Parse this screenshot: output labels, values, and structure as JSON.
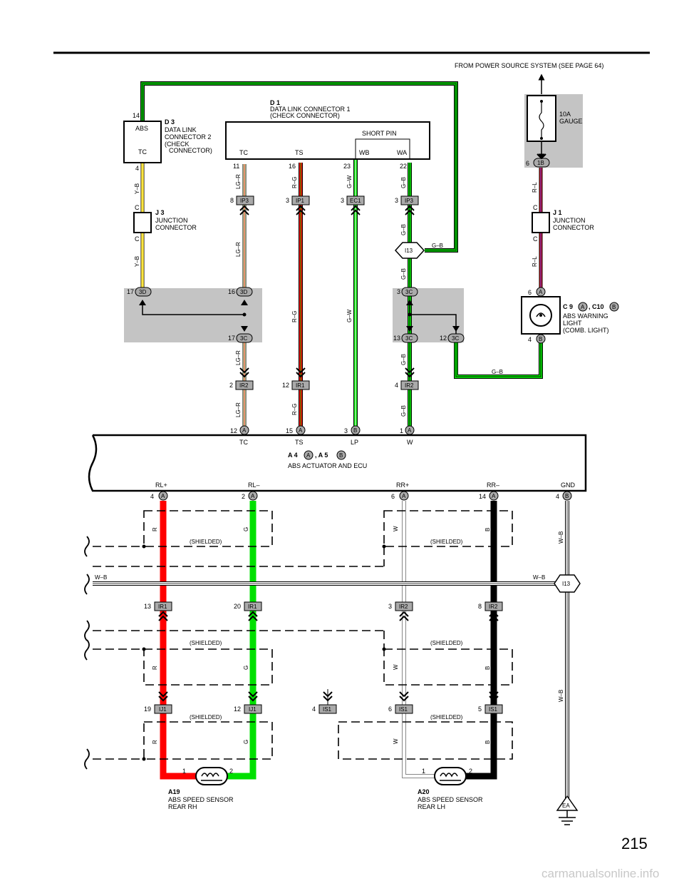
{
  "page": {
    "source_note": "FROM POWER SOURCE SYSTEM (SEE PAGE 64)",
    "page_number": "215",
    "watermark": "carmanualsonline.info"
  },
  "components": {
    "fuse": {
      "name": "10A",
      "sub": "GAUGE",
      "pin": "6",
      "conn": "1B"
    },
    "d3": {
      "id": "D 3",
      "name": "DATA LINK",
      "name2": "CONNECTOR 2",
      "name3": "(CHECK",
      "name4": "CONNECTOR)",
      "abs": "ABS",
      "tc": "TC",
      "pin_top": "14",
      "pin_bottom": "4"
    },
    "d1": {
      "id": "D 1",
      "name": "DATA LINK CONNECTOR 1",
      "name2": "(CHECK CONNECTOR)",
      "short_pin": "SHORT PIN",
      "tc": "TC",
      "ts": "TS",
      "wb": "WB",
      "wa": "WA",
      "pins": [
        "11",
        "16",
        "23",
        "22"
      ]
    },
    "j3": {
      "id": "J 3",
      "name": "JUNCTION",
      "name2": "CONNECTOR",
      "c": "C"
    },
    "j1": {
      "id": "J 1",
      "name": "JUNCTION",
      "name2": "CONNECTOR",
      "c": "C"
    },
    "light": {
      "id": "C 9",
      "a": "A",
      "mid": ", C10",
      "b": "B",
      "name": "ABS WARNING",
      "name2": "LIGHT",
      "name3": "(COMB.  LIGHT)",
      "pin_top": "6",
      "pin_bottom": "4"
    },
    "ecu": {
      "id": "A 4",
      "a": "A",
      "mid": ", A 5",
      "b": "B",
      "name": "ABS ACTUATOR AND ECU",
      "top_labels": [
        "TC",
        "TS",
        "LP",
        "W"
      ],
      "top_pins": [
        "12",
        "15",
        "3",
        "1"
      ],
      "top_conns": [
        "A",
        "A",
        "B",
        "A"
      ],
      "bottom_labels": [
        "RL+",
        "RL–",
        "RR+",
        "RR–",
        "GND"
      ],
      "bottom_pins": [
        "4",
        "2",
        "6",
        "14",
        "4"
      ],
      "bottom_conns": [
        "A",
        "A",
        "A",
        "A",
        "B"
      ]
    },
    "sensor_rh": {
      "id": "A19",
      "name": "ABS SPEED SENSOR",
      "name2": "REAR RH",
      "p1": "1",
      "p2": "2"
    },
    "sensor_lh": {
      "id": "A20",
      "name": "ABS SPEED SENSOR",
      "name2": "REAR LH",
      "p1": "1",
      "p2": "2"
    },
    "ground": {
      "label": "EA"
    },
    "splice": {
      "label": "I13"
    }
  },
  "connectors": {
    "ip3a": {
      "pin": "8",
      "code": "IP3"
    },
    "ip1": {
      "pin": "3",
      "code": "IP1"
    },
    "ec1": {
      "pin": "3",
      "code": "EC1"
    },
    "ip3b": {
      "pin": "3",
      "code": "IP3"
    },
    "d3_17": {
      "pin": "17",
      "code": "3D"
    },
    "d3_16": {
      "pin": "16",
      "code": "3D"
    },
    "c3_17": {
      "pin": "17",
      "code": "3C"
    },
    "c3_3": {
      "pin": "3",
      "code": "3C"
    },
    "c3_13": {
      "pin": "13",
      "code": "3C"
    },
    "c3_12": {
      "pin": "12",
      "code": "3C"
    },
    "ir2a": {
      "pin": "2",
      "code": "IR2"
    },
    "ir1a": {
      "pin": "12",
      "code": "IR1"
    },
    "ir2b": {
      "pin": "4",
      "code": "IR2"
    },
    "ir1_13": {
      "pin": "13",
      "code": "IR1"
    },
    "ir1_20": {
      "pin": "20",
      "code": "IR1"
    },
    "ir2_3": {
      "pin": "3",
      "code": "IR2"
    },
    "ir2_8": {
      "pin": "8",
      "code": "IR2"
    },
    "ij1_19": {
      "pin": "19",
      "code": "IJ1"
    },
    "ij1_12": {
      "pin": "12",
      "code": "IJ1"
    },
    "is1_4": {
      "pin": "4",
      "code": "IS1"
    },
    "is1_6": {
      "pin": "6",
      "code": "IS1"
    },
    "is1_5": {
      "pin": "5",
      "code": "IS1"
    }
  },
  "wires": {
    "yb": "Y–B",
    "lgr": "LG–R",
    "rg": "R–G",
    "gw": "G–W",
    "gb": "G–B",
    "rl": "R–L",
    "r": "R",
    "g": "G",
    "w": "W",
    "b": "B",
    "wb": "W–B",
    "shielded": "(SHIELDED)"
  },
  "colors": {
    "red": "#ff0000",
    "green": "#00e000",
    "yellow": "#ffe640",
    "black": "#000000",
    "gray": "#c8c8c8",
    "shade": "#c4c4c4",
    "blue": "#2050ff",
    "brown": "#a05a28"
  }
}
